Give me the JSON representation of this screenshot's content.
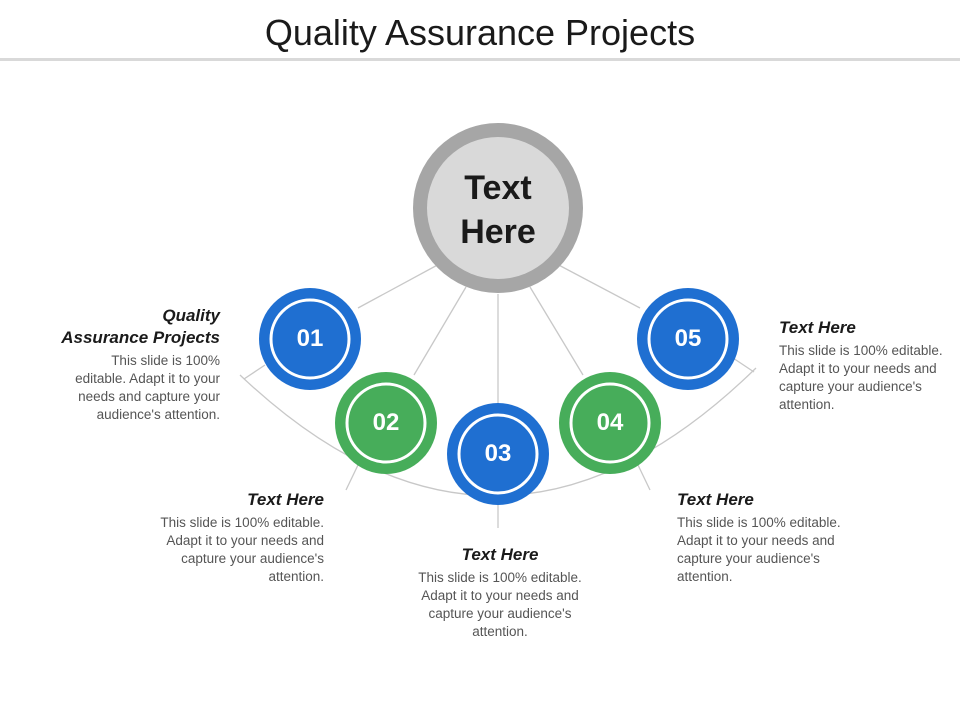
{
  "title": "Quality Assurance Projects",
  "hub": {
    "line1": "Text",
    "line2": "Here"
  },
  "colors": {
    "blue": "#1f6fd1",
    "green": "#47ad5a",
    "hub_ring": "#a6a6a6",
    "hub_fill": "#d9d9d9"
  },
  "nodes": [
    {
      "number": "01",
      "color": "blue"
    },
    {
      "number": "02",
      "color": "green"
    },
    {
      "number": "03",
      "color": "blue"
    },
    {
      "number": "04",
      "color": "green"
    },
    {
      "number": "05",
      "color": "blue"
    }
  ],
  "blocks": [
    {
      "heading_line1": "Quality",
      "heading_line2": "Assurance Projects",
      "body": "This slide is 100% editable. Adapt it to your needs and capture your audience's attention."
    },
    {
      "heading": "Text Here",
      "body": "This slide is 100% editable. Adapt it to your needs and capture your audience's attention."
    },
    {
      "heading": "Text Here",
      "body": "This slide is 100% editable. Adapt it to your needs and capture your audience's attention."
    },
    {
      "heading": "Text Here",
      "body": "This slide is 100% editable. Adapt it to your needs and capture your audience's attention."
    },
    {
      "heading": "Text Here",
      "body": "This slide is 100% editable. Adapt it to your needs and capture your audience's attention."
    }
  ]
}
